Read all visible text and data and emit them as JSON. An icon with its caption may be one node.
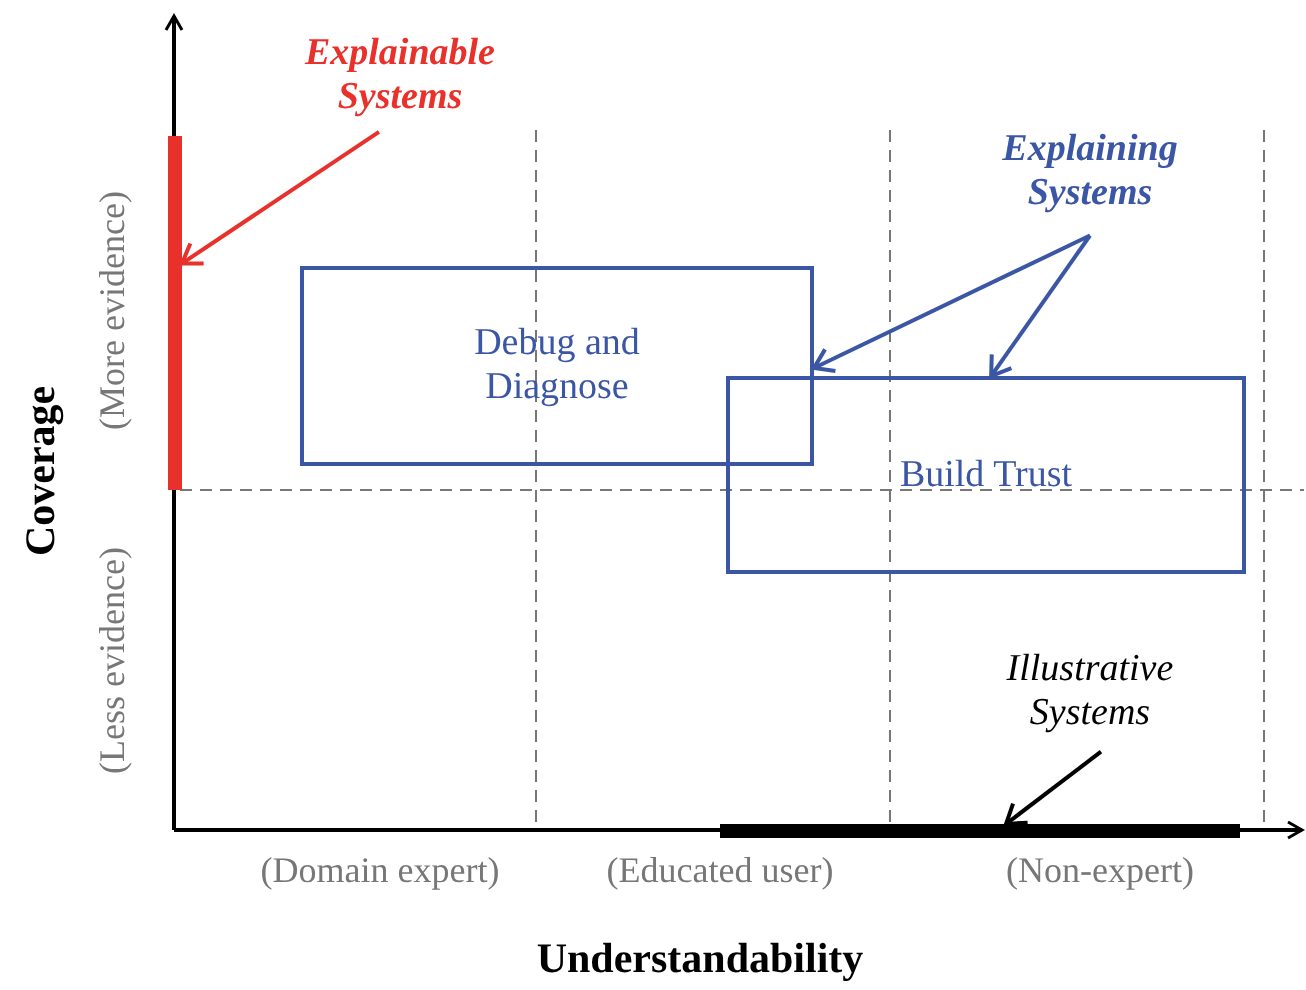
{
  "diagram": {
    "nodes": [
      {
        "text": [
          "Explainable Systems"
        ]
      },
      {
        "text": [],
        "shape": "bar"
      },
      {
        "text": [
          "Explaining Systems"
        ]
      },
      {
        "text": [
          "Debug and Diagnose"
        ]
      },
      {
        "text": [
          "Build Trust"
        ]
      },
      {
        "text": [
          "Illustrative Systems"
        ]
      },
      {
        "text": [],
        "shape": "bar"
      }
    ],
    "edges": [
      {
        "from": 0,
        "to": 1,
        "arrow": "to",
        "color": "#e8312a"
      },
      {
        "from": 2,
        "to": 3,
        "arrow": "to"
      },
      {
        "from": 2,
        "to": 4,
        "arrow": "to"
      },
      {
        "from": 5,
        "to": 6,
        "arrow": "to",
        "color": "#000000"
      }
    ],
    "labels": [
      "Coverage",
      "(More evidence)",
      "(Less evidence)",
      "(Domain expert)",
      "(Educated user)",
      "(Non-expert)",
      "Understandability"
    ]
  }
}
